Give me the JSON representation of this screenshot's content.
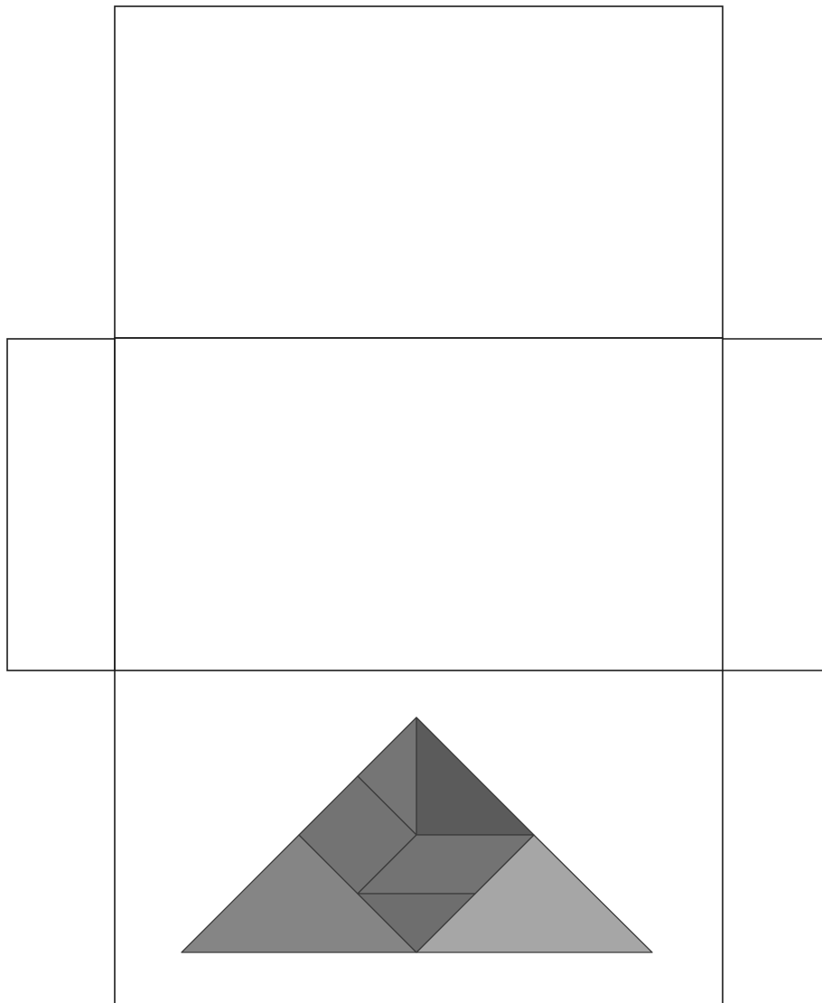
{
  "figure": {
    "kind": "box-net-template",
    "panels": [
      "top-panel",
      "middle-panel",
      "bottom-panel",
      "left-flap",
      "right-flap"
    ],
    "motif": "tangram-triangle"
  },
  "tangram": {
    "pieces": [
      {
        "name": "large-triangle-left",
        "color": "#858585"
      },
      {
        "name": "large-triangle-right",
        "color": "#a6a6a6"
      },
      {
        "name": "top-triangle-dark",
        "color": "#5b5b5b"
      },
      {
        "name": "top-triangle-left",
        "color": "#757575"
      },
      {
        "name": "parallelogram",
        "color": "#737373"
      },
      {
        "name": "middle-triangle",
        "color": "#737373"
      },
      {
        "name": "bottom-piece",
        "color": "#6e6e6e"
      }
    ]
  }
}
